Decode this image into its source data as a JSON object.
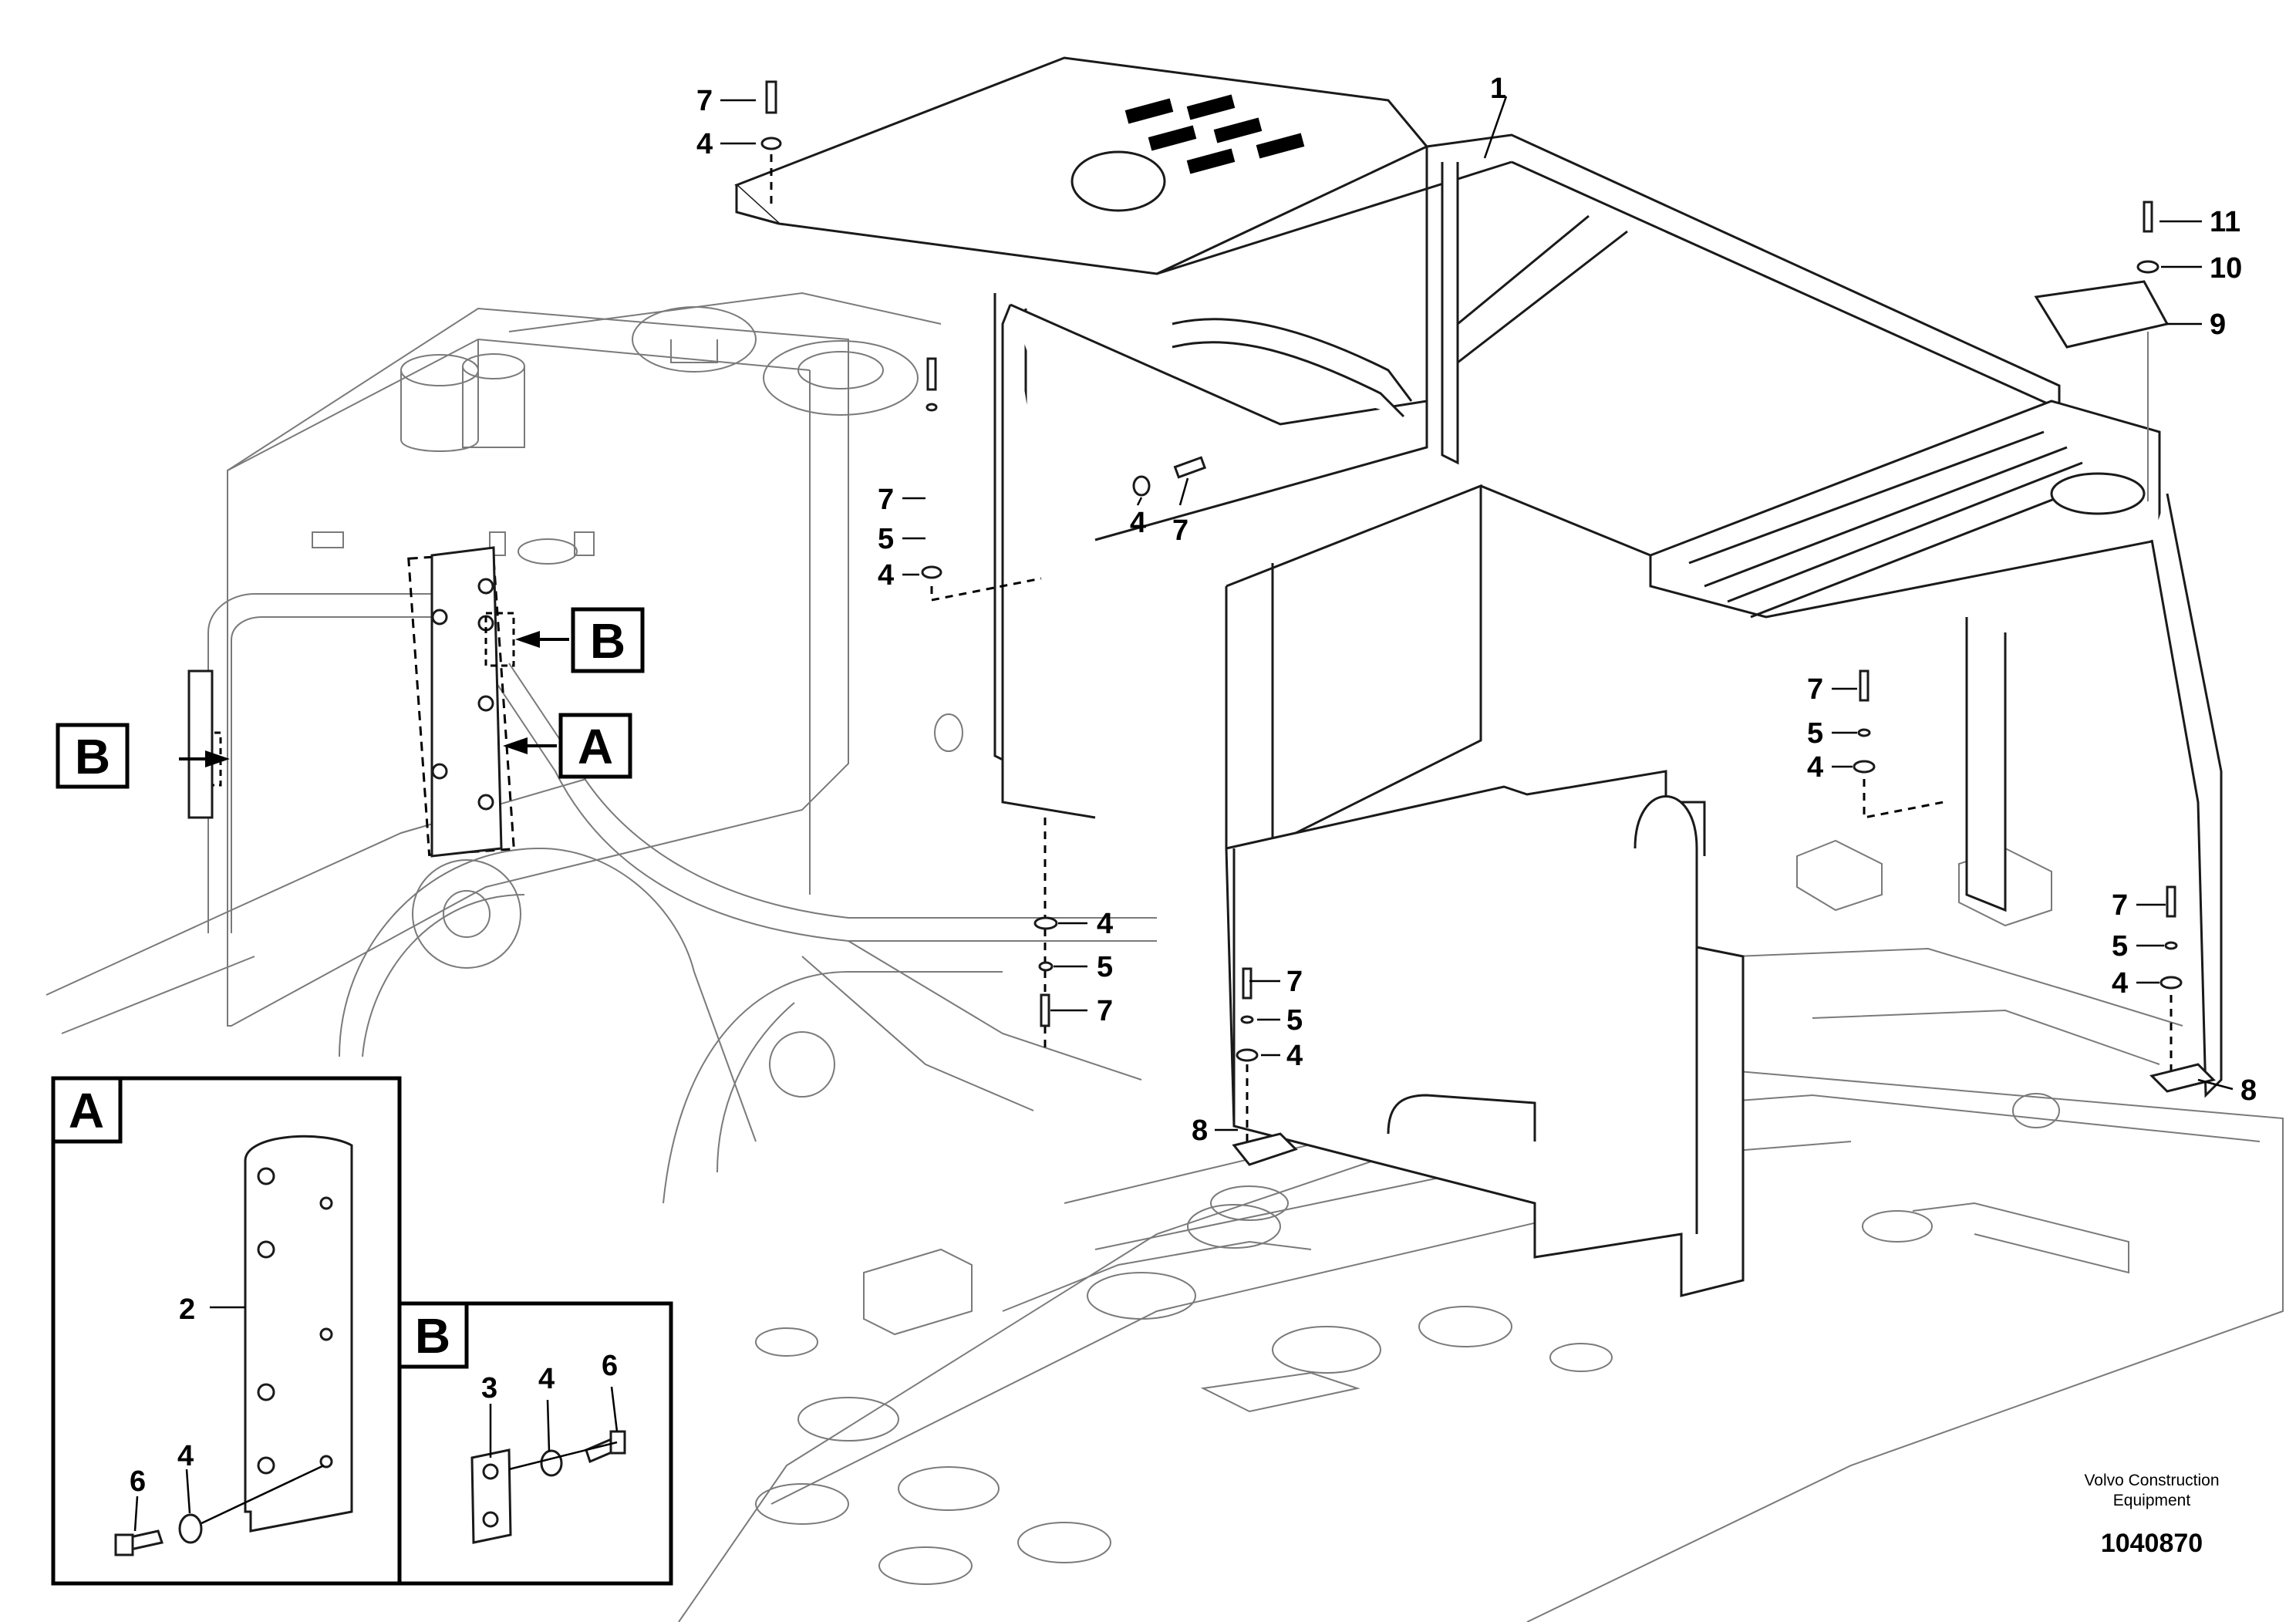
{
  "callouts": {
    "c1": "1",
    "c2": "2",
    "c3": "3",
    "c4": "4",
    "c5": "5",
    "c6": "6",
    "c7": "7",
    "c8": "8",
    "c9": "9",
    "c10": "10",
    "c11": "11"
  },
  "detail_labels": {
    "a": "A",
    "b": "B"
  },
  "credit": {
    "line1": "Volvo Construction",
    "line2": "Equipment"
  },
  "part_number": "1040870"
}
